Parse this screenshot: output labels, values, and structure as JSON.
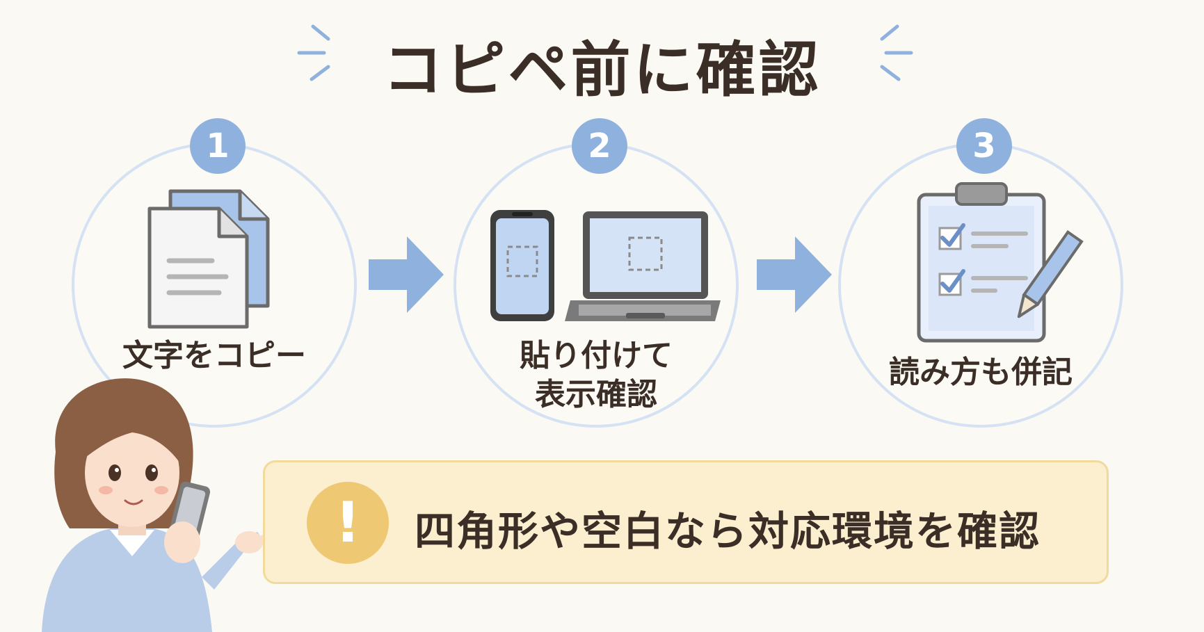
{
  "title": "コピペ前に確認",
  "steps": [
    {
      "number": "1",
      "label": "文字をコピー"
    },
    {
      "number": "2",
      "label_line1": "貼り付けて",
      "label_line2": "表示確認"
    },
    {
      "number": "3",
      "label": "読み方も併記"
    }
  ],
  "callout": {
    "icon": "!",
    "text": "四角形や空白なら対応環境を確認"
  },
  "colors": {
    "accent_blue": "#8fb1de",
    "circle_border": "#d5e2f3",
    "callout_bg": "#fbefcf",
    "warning_yellow": "#efc874",
    "text_dark": "#3b2e27"
  }
}
